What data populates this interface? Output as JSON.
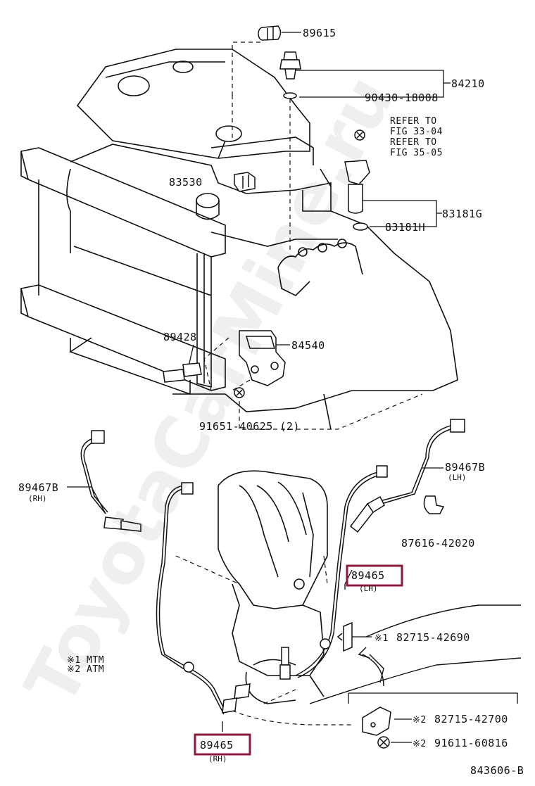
{
  "diagram_code": "843606-B",
  "watermark": "ToyotaCarMine.ru",
  "parts": {
    "p89615": "89615",
    "p84210": "84210",
    "p90430": "90430-18008",
    "refer1": "REFER TO",
    "fig1": "FIG 33-04",
    "refer2": "REFER TO",
    "fig2": "FIG 35-05",
    "p83530": "83530",
    "p83181G": "83181G",
    "p83181H": "83181H",
    "p89428": "89428",
    "p84540": "84540",
    "p91651": "91651-40625 (2)",
    "p89467B_lh": "89467B",
    "lh_sub": "(LH)",
    "p89467B_rh": "89467B",
    "rh_sub": "(RH)",
    "p87616": "87616-42020",
    "p89465_lh": "89465",
    "lh_sub2": "(LH)",
    "p82715_42690": "82715-42690",
    "p82715_42700": "82715-42700",
    "p91611": "91611-60816",
    "p89465_rh": "89465",
    "rh_sub2": "(RH)"
  },
  "marks": {
    "m1": "※1",
    "m2": "※2"
  },
  "legend": {
    "l1": "※1 MTM",
    "l2": "※2 ATM"
  },
  "highlight_color": "#8b1a3a"
}
